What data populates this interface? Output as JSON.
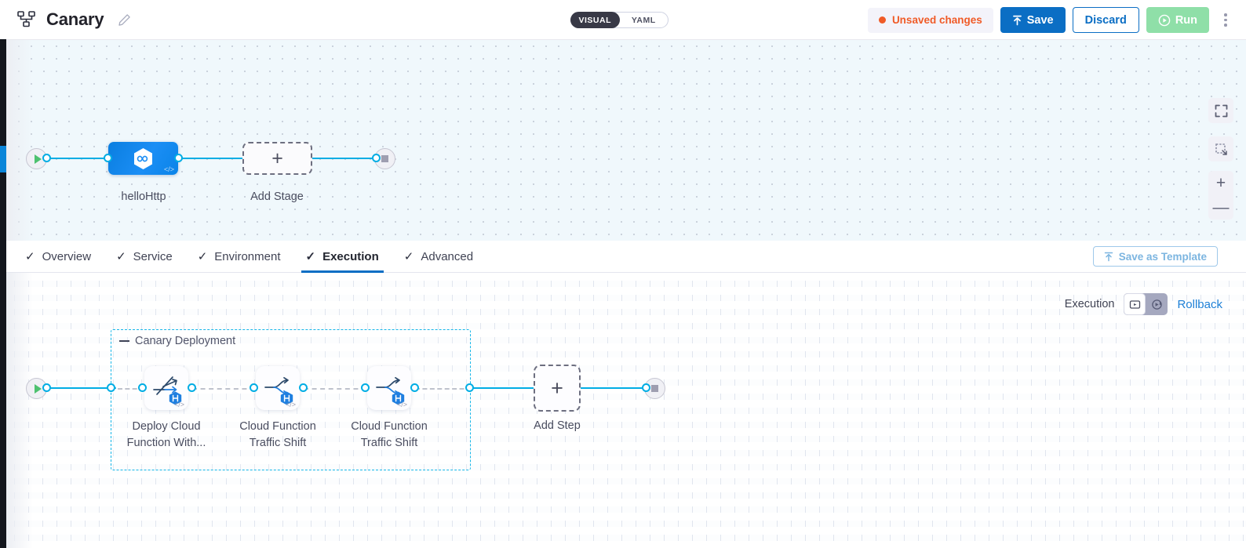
{
  "header": {
    "pipeline_icon": "pipeline-nodes-icon",
    "title": "Canary",
    "edit_icon": "pencil-edit-icon",
    "mode_toggle": {
      "visual": "VISUAL",
      "yaml": "YAML",
      "selected": "VISUAL"
    },
    "unsaved_label": "Unsaved changes",
    "unsaved_color": "#f05b27",
    "save_label": "Save",
    "save_icon": "upload-arrow-icon",
    "discard_label": "Discard",
    "run_label": "Run",
    "run_icon": "play-circle-icon",
    "more_icon": "kebab-menu-icon"
  },
  "stage_canvas": {
    "start_icon": "play-start-icon",
    "end_icon": "stop-end-icon",
    "stage_node": {
      "label": "helloHttp",
      "icon": "harness-hex-icon",
      "code_tag": "</>"
    },
    "add_stage": {
      "label": "Add Stage",
      "icon": "plus-icon"
    },
    "controls": {
      "fullscreen": "fullscreen-expand-icon",
      "fit": "fit-to-screen-icon",
      "zoom_in": "+",
      "zoom_out": "—"
    }
  },
  "tabs": {
    "items": [
      {
        "label": "Overview",
        "check": "✓",
        "active": false
      },
      {
        "label": "Service",
        "check": "✓",
        "active": false
      },
      {
        "label": "Environment",
        "check": "✓",
        "active": false
      },
      {
        "label": "Execution",
        "check": "✓",
        "active": true
      },
      {
        "label": "Advanced",
        "check": "✓",
        "active": false
      }
    ],
    "save_as_template": {
      "label": "Save as Template",
      "icon": "template-upload-icon"
    }
  },
  "execution_toolbar": {
    "label": "Execution",
    "toggle_execution_icon": "execution-view-icon",
    "toggle_rollback_icon": "rollback-view-icon",
    "selected": "execution",
    "rollback_label": "Rollback",
    "rollback_color": "#1c7fd6"
  },
  "execution_canvas": {
    "start_icon": "play-start-icon",
    "end_icon": "stop-end-icon",
    "group": {
      "title": "Canary Deployment",
      "collapse_icon": "collapse-bar-icon"
    },
    "steps": [
      {
        "label_line1": "Deploy Cloud",
        "label_line2": "Function With...",
        "icon": "deploy-traffic-icon",
        "badge": "harness-hex-badge",
        "code_tag": "</>"
      },
      {
        "label_line1": "Cloud Function",
        "label_line2": "Traffic Shift",
        "icon": "traffic-split-icon",
        "badge": "harness-hex-badge",
        "code_tag": "</>"
      },
      {
        "label_line1": "Cloud Function",
        "label_line2": "Traffic Shift",
        "icon": "traffic-split-icon",
        "badge": "harness-hex-badge",
        "code_tag": "</>"
      }
    ],
    "add_step": {
      "label": "Add Step",
      "icon": "plus-icon"
    }
  }
}
